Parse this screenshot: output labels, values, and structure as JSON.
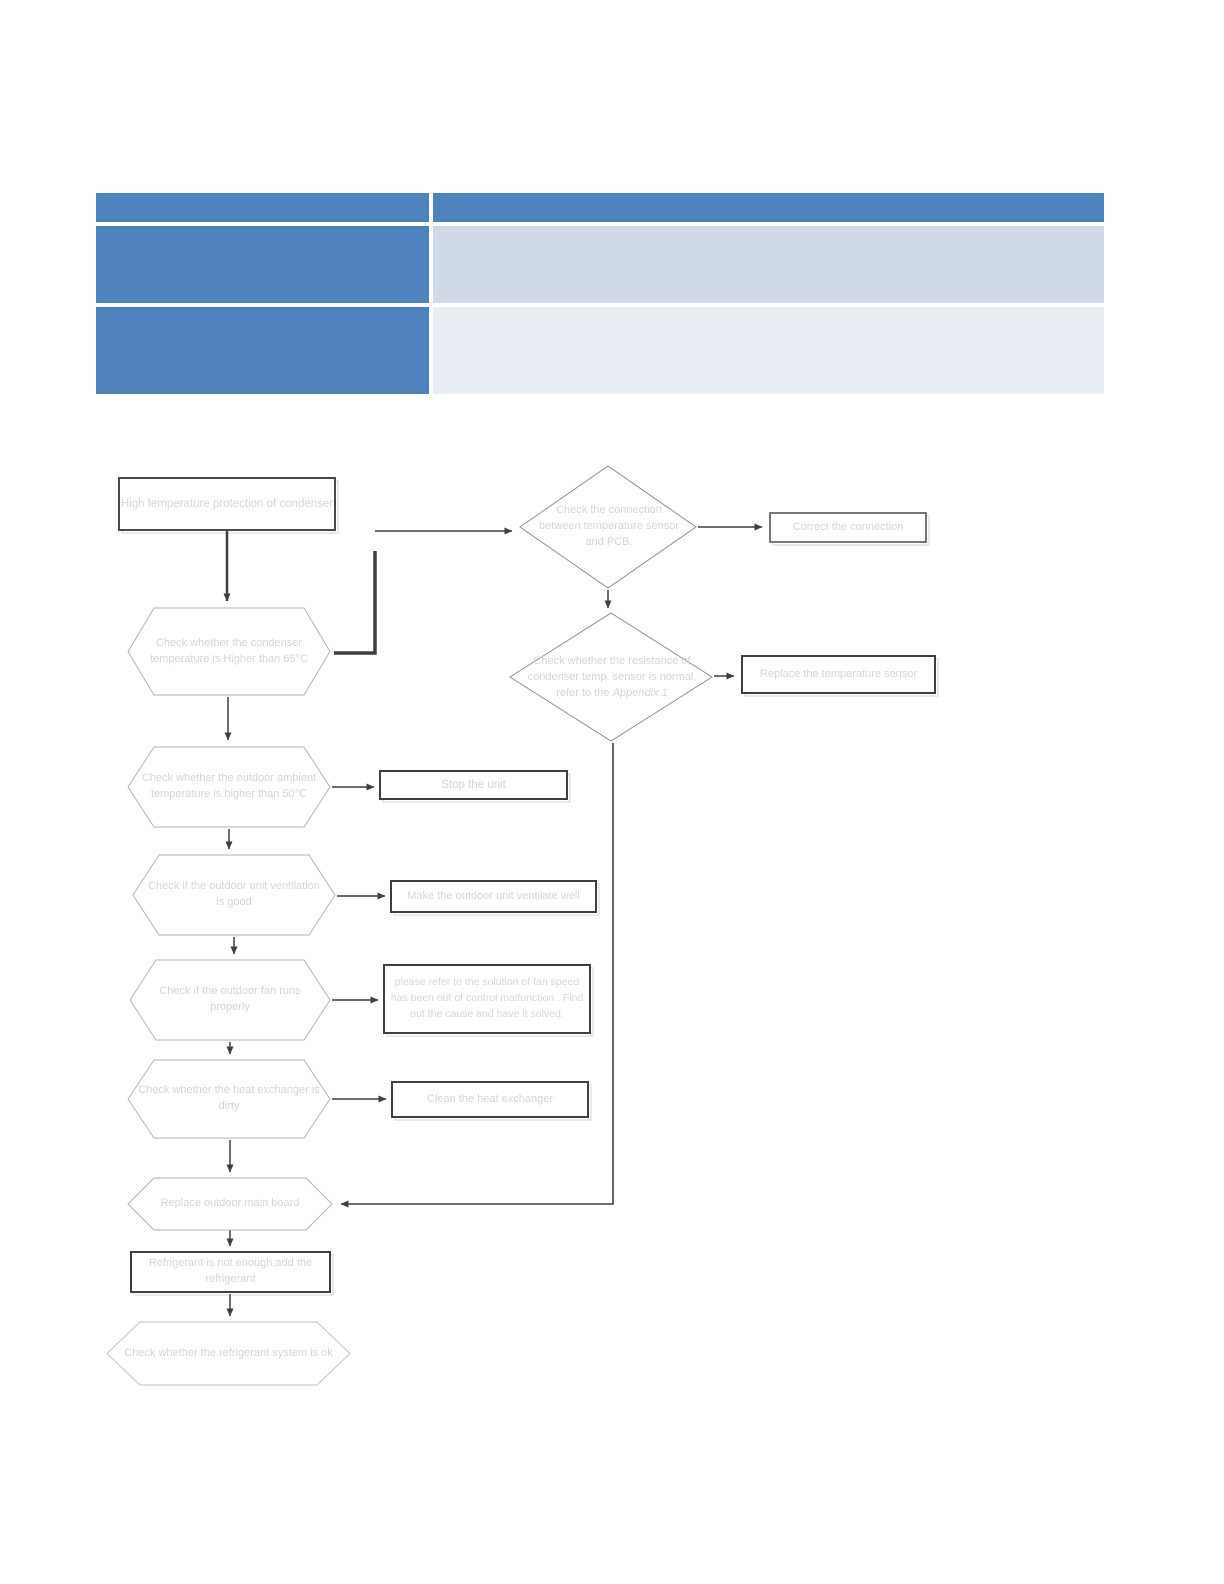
{
  "document": {
    "table": {
      "header_bg": "#4f81bd",
      "label_column_bg": "#4f81bd",
      "row1_bg": "#d0d9e8",
      "row2_bg": "#e9edf4",
      "visible_text": ""
    },
    "flowchart": {
      "start": "High temperature protection of condenser",
      "check_connection": "Check the connection between temperature sensor and PCB.",
      "correct_connection": "Correct the connection",
      "check_resistance": "Check whether the resistance of condenser temp. sensor is normal,",
      "check_resistance_note_prefix": "refer to the ",
      "check_resistance_note_ref": "Appendix 1",
      "replace_sensor": "Replace the temperature sensor",
      "check_condenser_temp": "Check whether the condenser temperature is Higher than 65°C",
      "check_ambient_temp": "Check whether the outdoor ambient temperature is higher than 50℃",
      "stop_unit": "Stop the unit",
      "check_ventilation": "Check if the outdoor unit ventilation is good",
      "ventilate_well": "Make the outdoor unit ventilate well",
      "check_fan": "Check if the outdoor fan runs properly",
      "fan_solution": "please refer to the solution of fan speed has been out of control malfunction . Find out the cause and have it solved.",
      "check_heat_exchanger": "Check whether the heat exchanger is dirty",
      "clean_heat_exchanger": "Clean the heat exchanger",
      "replace_main_board": "Replace outdoor main board",
      "add_refrigerant": "Refrigerant is not enough,add the refrigerant",
      "check_refrigerant_system": "Check whether the refrigerant system is ok"
    },
    "colors": {
      "table_header": "#4f81bd",
      "table_row1": "#d0d9e8",
      "table_row2": "#e9edf4",
      "node_text": "#d5d5d5",
      "connector": "#3f3f3f",
      "hexagon_border": "#b3b3b3",
      "diamond_border": "#8f8f8f",
      "box_border": "#3f3f3f"
    }
  }
}
